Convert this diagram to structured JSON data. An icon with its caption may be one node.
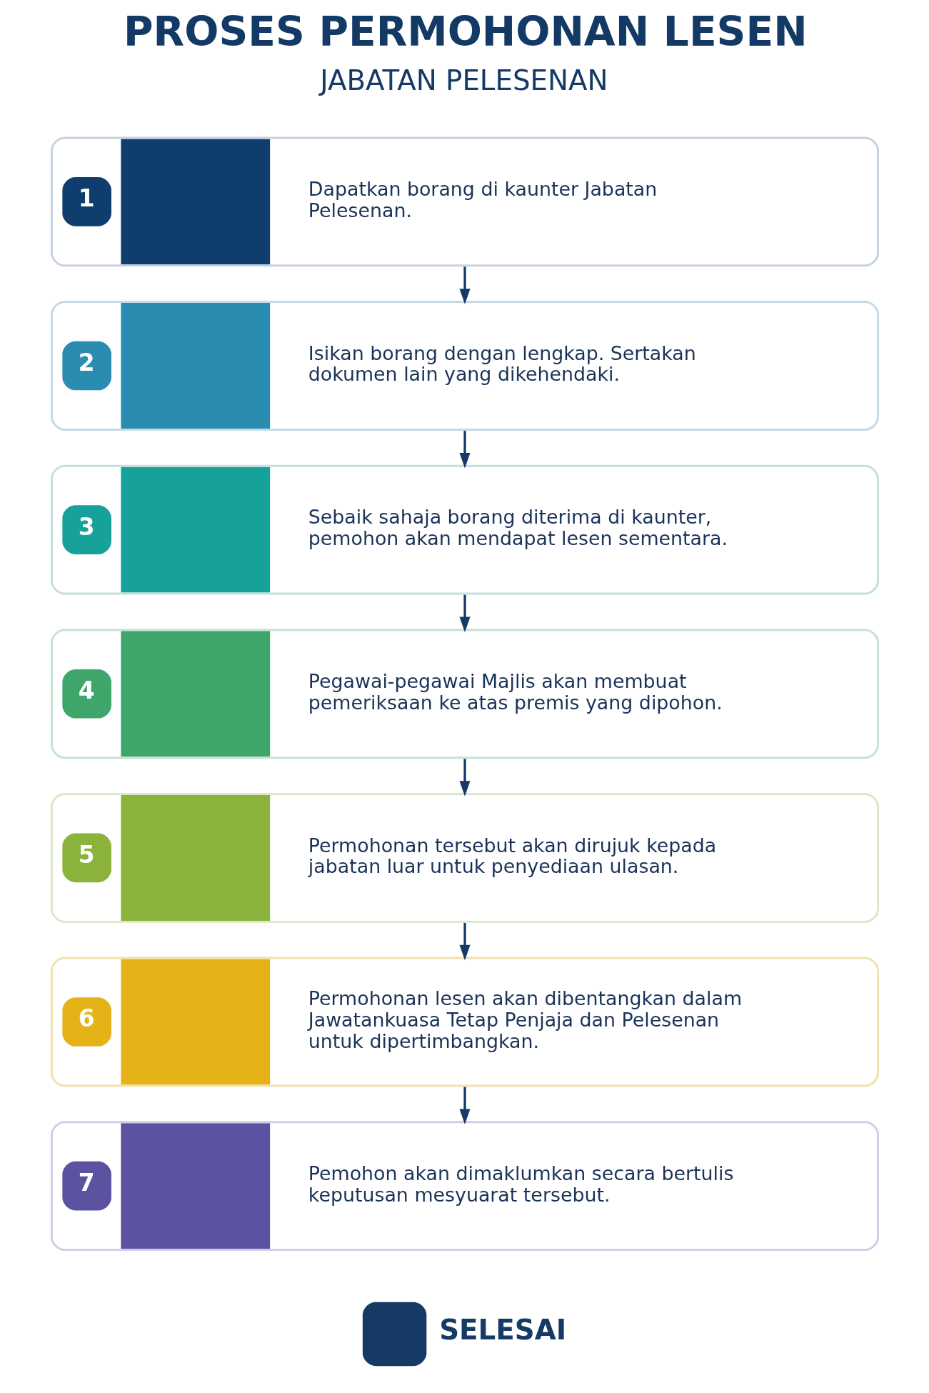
{
  "diagram": {
    "title": "PROSES PERMOHONAN LESEN",
    "nodes": [
      {
        "text": [
          "1",
          "Dapatkan borang di kaunter Jabatan Pelesenan."
        ]
      },
      {
        "text": [
          "2",
          "Isikan borang dengan lengkap. Sertakan dokumen lain yang dikehendaki."
        ]
      },
      {
        "text": [
          "3",
          "Sebaik sahaja borang diterima di kaunter, pemohon akan mendapat lesen sementara."
        ]
      },
      {
        "text": [
          "4",
          "Pegawai-pegawai Majlis akan membuat pemeriksaan ke atas premis yang dipohon."
        ]
      },
      {
        "text": [
          "5",
          "Permohonan tersebut akan dirujuk kepada jabatan luar untuk penyediaan ulasan."
        ]
      },
      {
        "text": [
          "6",
          "Permohonan lesen akan dibentangkan dalam Jawatankuasa Tetap Penjaja dan Pelesenan untuk dipertimbangkan."
        ]
      },
      {
        "text": [
          "7",
          "Pemohon akan dimaklumkan secara bertulis keputusan mesyuarat tersebut."
        ]
      }
    ],
    "edges": [
      {
        "from": 0,
        "to": 1,
        "arrow": "to"
      },
      {
        "from": 1,
        "to": 2,
        "arrow": "to"
      },
      {
        "from": 2,
        "to": 3,
        "arrow": "to"
      },
      {
        "from": 3,
        "to": 4,
        "arrow": "to"
      },
      {
        "from": 4,
        "to": 5,
        "arrow": "to"
      },
      {
        "from": 5,
        "to": 6,
        "arrow": "to"
      }
    ],
    "labels": [
      "JABATAN PELESENAN",
      "SELESAI"
    ]
  }
}
